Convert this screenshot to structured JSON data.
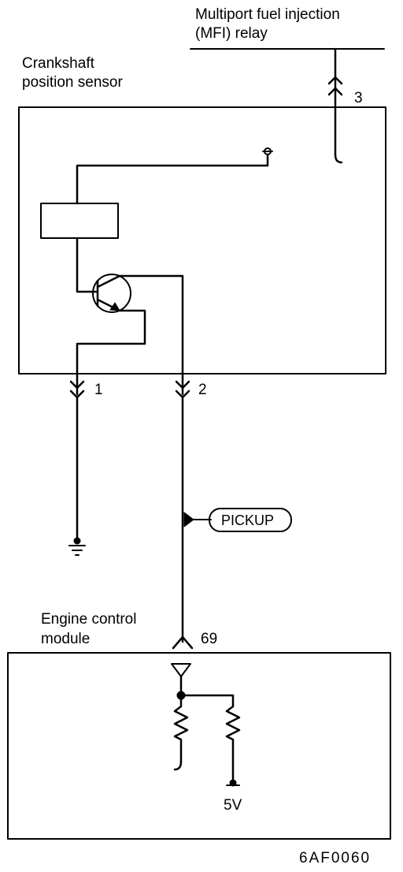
{
  "labels": {
    "mfi_relay_line1": "Multiport fuel injection",
    "mfi_relay_line2": "(MFI) relay",
    "sensor_line1": "Crankshaft",
    "sensor_line2": "position sensor",
    "ecm_line1": "Engine control",
    "ecm_line2": "module",
    "pickup": "PICKUP",
    "voltage": "5V",
    "figure_code": "6AF0060"
  },
  "pins": {
    "sensor_supply": "3",
    "sensor_ground": "1",
    "sensor_signal": "2",
    "ecm_input": "69"
  },
  "colors": {
    "line": "#000000",
    "background": "#ffffff"
  }
}
